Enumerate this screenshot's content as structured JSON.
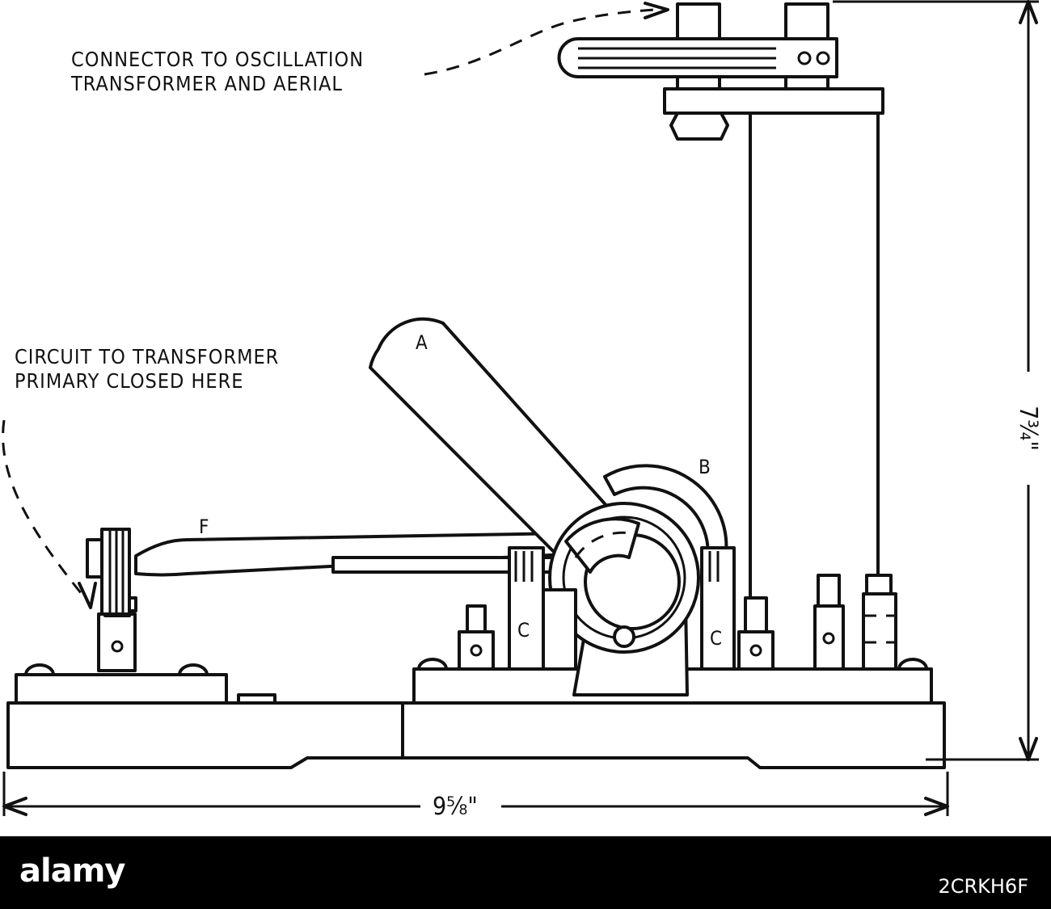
{
  "labels": {
    "connector_line1": "CONNECTOR TO OSCILLATION",
    "connector_line2": "TRANSFORMER AND AERIAL",
    "circuit_line1": "CIRCUIT TO TRANSFORMER",
    "circuit_line2": "PRIMARY CLOSED HERE",
    "part_a": "A",
    "part_b": "B",
    "part_c_left": "C",
    "part_c_right": "C",
    "part_f": "F"
  },
  "dimensions": {
    "width": "9⅝\"",
    "height": "7¾\""
  },
  "watermark": {
    "brand": "alamy",
    "image_code": "2CRKH6F"
  }
}
